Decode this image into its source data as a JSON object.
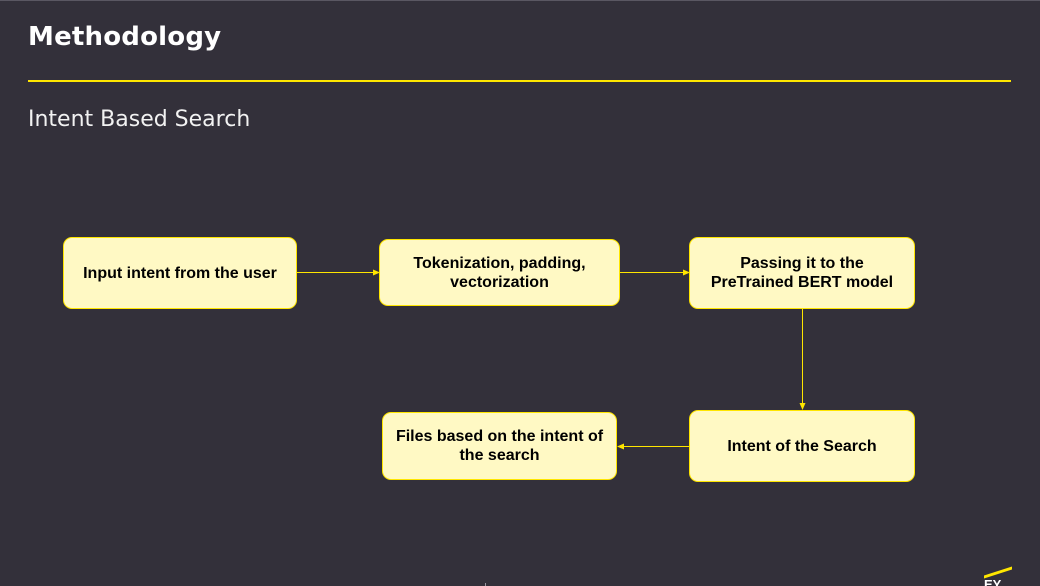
{
  "slide": {
    "title": "Methodology",
    "subtitle": "Intent Based Search"
  },
  "diagram": {
    "nodes": [
      {
        "id": "input-intent",
        "label": "Input intent from the user"
      },
      {
        "id": "tokenization",
        "label": "Tokenization, padding, vectorization"
      },
      {
        "id": "bert-model",
        "label": "Passing it to the PreTrained BERT model"
      },
      {
        "id": "search-intent",
        "label": "Intent of the Search"
      },
      {
        "id": "result-files",
        "label": "Files based on the intent of the search"
      }
    ],
    "edges": [
      {
        "from": "input-intent",
        "to": "tokenization"
      },
      {
        "from": "tokenization",
        "to": "bert-model"
      },
      {
        "from": "bert-model",
        "to": "search-intent"
      },
      {
        "from": "search-intent",
        "to": "result-files"
      }
    ]
  },
  "brand": {
    "logo_text": "EY",
    "accent_color": "#ffe600",
    "background_color": "#33303a",
    "node_fill_color": "#fff9c4"
  }
}
